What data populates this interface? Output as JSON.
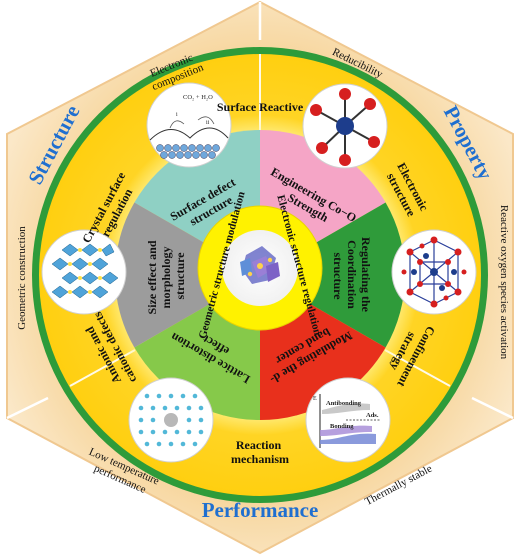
{
  "title_structure": "Structure",
  "title_property": "Property",
  "title_performance": "Performance",
  "outer_labels": {
    "electronic_composition_1": "Electronic",
    "electronic_composition_2": "composition",
    "reducibility": "Reducibility",
    "reactive_oxygen": "Reactive oxygen species activation",
    "thermally_stable": "Thermally stable",
    "low_temp_1": "Low temperature",
    "low_temp_2": "performance",
    "geometric_construction": "Geometric construction"
  },
  "middle_labels": {
    "surface_reactive": "Surface Reactive",
    "crystal_surface_1": "Crystal surface",
    "crystal_surface_2": "regulation",
    "electronic_structure_1": "Electronic",
    "electronic_structure_2": "structure",
    "confinement_1": "Confinement",
    "confinement_2": "strategy",
    "reaction_mechanism_1": "Reaction",
    "reaction_mechanism_2": "mechanism",
    "anionic_1": "Anionic and",
    "anionic_2": "cationic defects"
  },
  "wedges": {
    "surface_defect_1": "Surface defect",
    "surface_defect_2": "structure",
    "engineering_1": "Engineering Co−O",
    "engineering_2": "Strength",
    "regulating_1": "Regulating the",
    "regulating_2": "Coordination",
    "regulating_3": "structure",
    "modulating_1": "Modulating the d-",
    "modulating_2": "band center",
    "lattice_1": "Lattice distortion",
    "lattice_2": "effect",
    "size_1": "Size effect and",
    "size_2": "morphology",
    "size_3": "structure"
  },
  "inner_ring": {
    "electronic_regulation": "Electronic structure regulation",
    "geometric_modulation": "Geometric structure modulation"
  },
  "inset_text": {
    "co2_h2o": "CO₂ + H₂O",
    "roman_i": "i",
    "roman_ii": "ii",
    "antibonding": "Antibonding",
    "bonding": "Bonding",
    "ads": "Ads.",
    "e": "E"
  },
  "colors": {
    "hexagon_outer": "#f7dca8",
    "green_ring": "#2e9b3a",
    "yellow_field": "#ffd21a",
    "title_blue": "#1f6fd0",
    "teal": "#8fd0c4",
    "pink": "#f5a5c6",
    "dark_green": "#2f9b3a",
    "red": "#e8301c",
    "light_green": "#86c94a",
    "gray": "#9c9c9c"
  }
}
